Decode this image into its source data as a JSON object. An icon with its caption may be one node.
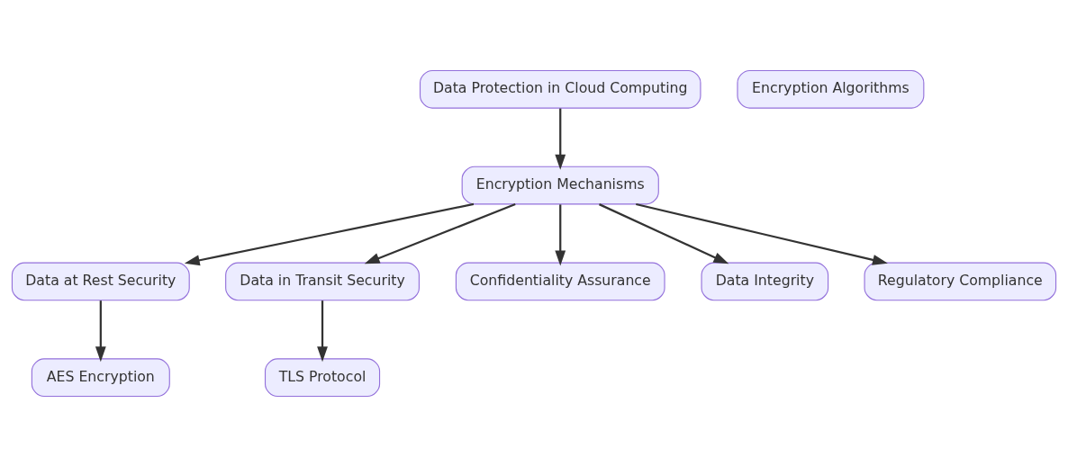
{
  "diagram": {
    "nodes": [
      {
        "text": [
          "Data Protection in Cloud Computing"
        ]
      },
      {
        "text": [
          "Encryption Algorithms"
        ]
      },
      {
        "text": [
          "Encryption Mechanisms"
        ]
      },
      {
        "text": [
          "Data at Rest Security"
        ]
      },
      {
        "text": [
          "Data in Transit Security"
        ]
      },
      {
        "text": [
          "Confidentiality Assurance"
        ]
      },
      {
        "text": [
          "Data Integrity"
        ]
      },
      {
        "text": [
          "Regulatory Compliance"
        ]
      },
      {
        "text": [
          "AES Encryption"
        ]
      },
      {
        "text": [
          "TLS Protocol"
        ]
      }
    ],
    "edges": [
      {
        "from": 0,
        "to": 2,
        "arrow": "to"
      },
      {
        "from": 2,
        "to": 3,
        "arrow": "to"
      },
      {
        "from": 2,
        "to": 4,
        "arrow": "to"
      },
      {
        "from": 2,
        "to": 5,
        "arrow": "to"
      },
      {
        "from": 2,
        "to": 6,
        "arrow": "to"
      },
      {
        "from": 2,
        "to": 7,
        "arrow": "to"
      },
      {
        "from": 3,
        "to": 8,
        "arrow": "to"
      },
      {
        "from": 4,
        "to": 9,
        "arrow": "to"
      }
    ]
  }
}
